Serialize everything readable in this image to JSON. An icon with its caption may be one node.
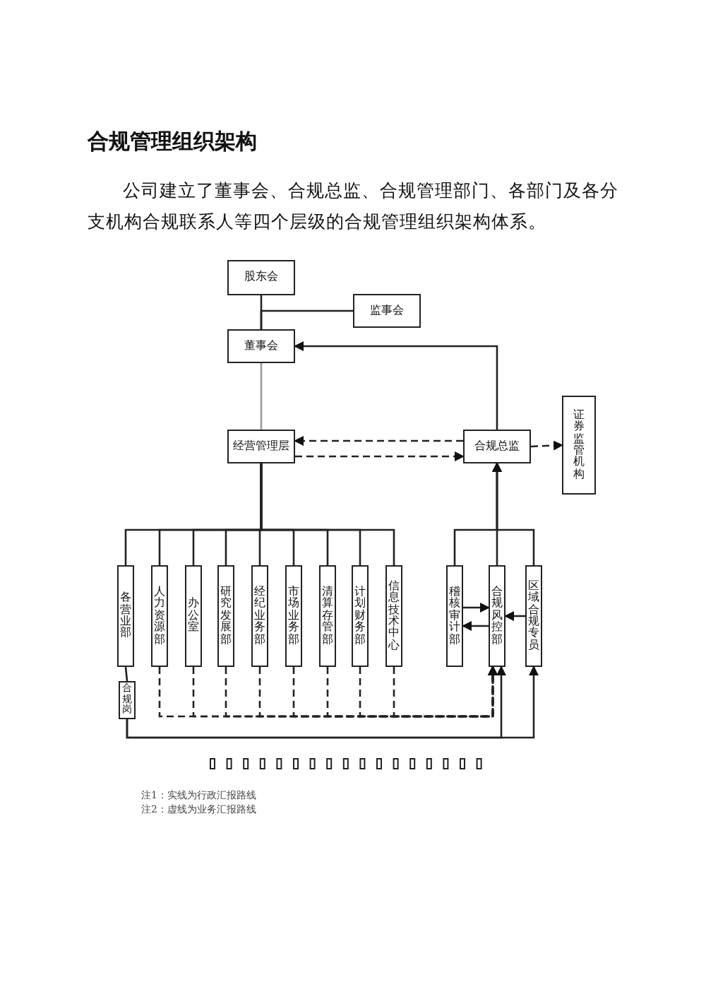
{
  "diagram": {
    "title": "合规管理组织架构",
    "nodes": [
      {
        "text": [
          "股东会"
        ]
      },
      {
        "text": [
          "监事会"
        ]
      },
      {
        "text": [
          "董事会"
        ]
      },
      {
        "text": [
          "经营管理层"
        ]
      },
      {
        "text": [
          "合规总监"
        ]
      },
      {
        "text": [
          "证券监管机构"
        ]
      },
      {
        "text": [
          "各营业部"
        ]
      },
      {
        "text": [
          "人力资源部"
        ]
      },
      {
        "text": [
          "办公室"
        ]
      },
      {
        "text": [
          "研究发展部"
        ]
      },
      {
        "text": [
          "经纪业务部"
        ]
      },
      {
        "text": [
          "市场业务部"
        ]
      },
      {
        "text": [
          "清算存管部"
        ]
      },
      {
        "text": [
          "计划财务部"
        ]
      },
      {
        "text": [
          "信息技术中心"
        ]
      },
      {
        "text": [
          "稽核审计部"
        ]
      },
      {
        "text": [
          "合规风控部"
        ]
      },
      {
        "text": [
          "区域合规专员"
        ]
      },
      {
        "text": [
          "合规岗"
        ]
      }
    ],
    "edges": [
      {
        "from": 0,
        "to": 2,
        "arrow": "none"
      },
      {
        "from": 1,
        "to": 2,
        "arrow": "none"
      },
      {
        "from": 2,
        "to": 3,
        "arrow": "none",
        "color": "#9a9a9a"
      },
      {
        "from": 4,
        "to": 2,
        "arrow": "to"
      },
      {
        "from": 4,
        "to": 3,
        "arrow": "to",
        "style": "dashed"
      },
      {
        "from": 3,
        "to": 4,
        "arrow": "to",
        "style": "dashed"
      },
      {
        "from": 4,
        "to": 5,
        "arrow": "to",
        "style": "dashed"
      },
      {
        "from": 3,
        "to": 6,
        "arrow": "none"
      },
      {
        "from": 3,
        "to": 7,
        "arrow": "none"
      },
      {
        "from": 3,
        "to": 8,
        "arrow": "none"
      },
      {
        "from": 3,
        "to": 9,
        "arrow": "none"
      },
      {
        "from": 3,
        "to": 10,
        "arrow": "none"
      },
      {
        "from": 3,
        "to": 11,
        "arrow": "none"
      },
      {
        "from": 3,
        "to": 12,
        "arrow": "none"
      },
      {
        "from": 3,
        "to": 13,
        "arrow": "none"
      },
      {
        "from": 3,
        "to": 14,
        "arrow": "none"
      },
      {
        "from": 15,
        "to": 4,
        "arrow": "to"
      },
      {
        "from": 16,
        "to": 4,
        "arrow": "to"
      },
      {
        "from": 17,
        "to": 4,
        "arrow": "to"
      },
      {
        "from": 15,
        "to": 16,
        "arrow": "to"
      },
      {
        "from": 16,
        "to": 15,
        "arrow": "to"
      },
      {
        "from": 17,
        "to": 16,
        "arrow": "to"
      },
      {
        "from": 7,
        "to": 16,
        "arrow": "to",
        "style": "dashed"
      },
      {
        "from": 8,
        "to": 16,
        "arrow": "to",
        "style": "dashed"
      },
      {
        "from": 9,
        "to": 16,
        "arrow": "to",
        "style": "dashed"
      },
      {
        "from": 10,
        "to": 16,
        "arrow": "to",
        "style": "dashed"
      },
      {
        "from": 11,
        "to": 16,
        "arrow": "to",
        "style": "dashed"
      },
      {
        "from": 12,
        "to": 16,
        "arrow": "to",
        "style": "dashed"
      },
      {
        "from": 13,
        "to": 16,
        "arrow": "to",
        "style": "dashed"
      },
      {
        "from": 14,
        "to": 16,
        "arrow": "to",
        "style": "dashed"
      },
      {
        "from": 6,
        "to": 18,
        "arrow": "none"
      },
      {
        "from": 18,
        "to": 16,
        "arrow": "to"
      },
      {
        "from": 18,
        "to": 17,
        "arrow": "to"
      }
    ],
    "labels": [
      "公司建立了董事会、合规总监、合规管理部门、各部门及各分支机构合规联系人等四个层级的合规管理组织架构体系。",
      "注1：实线为行政汇报路线",
      "注2：虚线为业务汇报路线"
    ]
  }
}
